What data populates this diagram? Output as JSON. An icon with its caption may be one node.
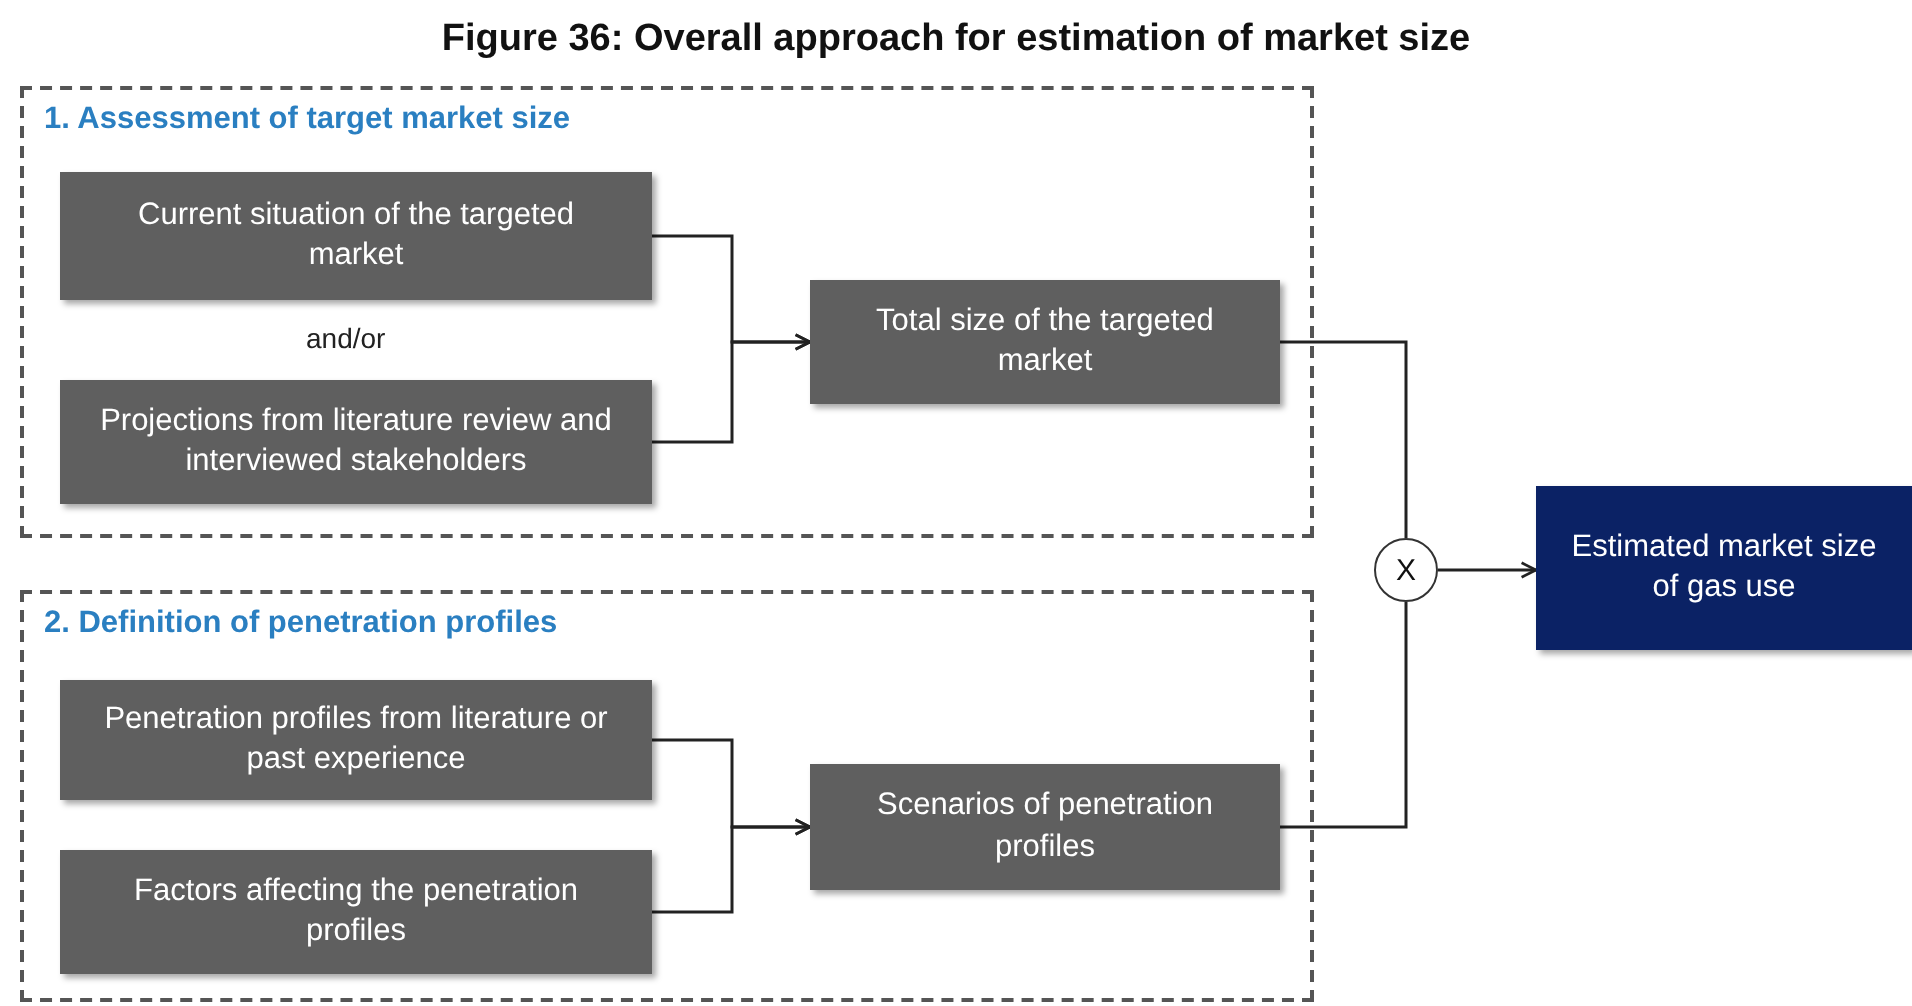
{
  "diagram": {
    "title": "Figure 36: Overall approach for estimation of market size",
    "nodes": [
      {
        "text": [
          "1. Assessment of target market size"
        ]
      },
      {
        "text": [
          "Current situation of the targeted market"
        ],
        "in": 0
      },
      {
        "text": [
          "Projections from literature review and interviewed stakeholders"
        ],
        "in": 0
      },
      {
        "text": [
          "Total size of the targeted market"
        ],
        "in": 0
      },
      {
        "text": [
          "2. Definition of penetration profiles"
        ]
      },
      {
        "text": [
          "Penetration profiles from literature or past experience"
        ],
        "in": 4
      },
      {
        "text": [
          "Factors affecting the penetration profiles"
        ],
        "in": 4
      },
      {
        "text": [
          "Scenarios of penetration profiles"
        ],
        "in": 4
      },
      {
        "text": [
          "X"
        ]
      },
      {
        "text": [
          "Estimated market size of gas use"
        ]
      }
    ],
    "edges": [
      {
        "from": 1,
        "to": 3,
        "arrow": "to"
      },
      {
        "from": 2,
        "to": 3,
        "arrow": "to"
      },
      {
        "from": 3,
        "to": 8,
        "arrow": "none"
      },
      {
        "from": 5,
        "to": 7,
        "arrow": "to"
      },
      {
        "from": 6,
        "to": 7,
        "arrow": "to"
      },
      {
        "from": 7,
        "to": 8,
        "arrow": "none"
      },
      {
        "from": 8,
        "to": 9,
        "arrow": "to"
      }
    ],
    "labels": [
      "and/or"
    ]
  }
}
